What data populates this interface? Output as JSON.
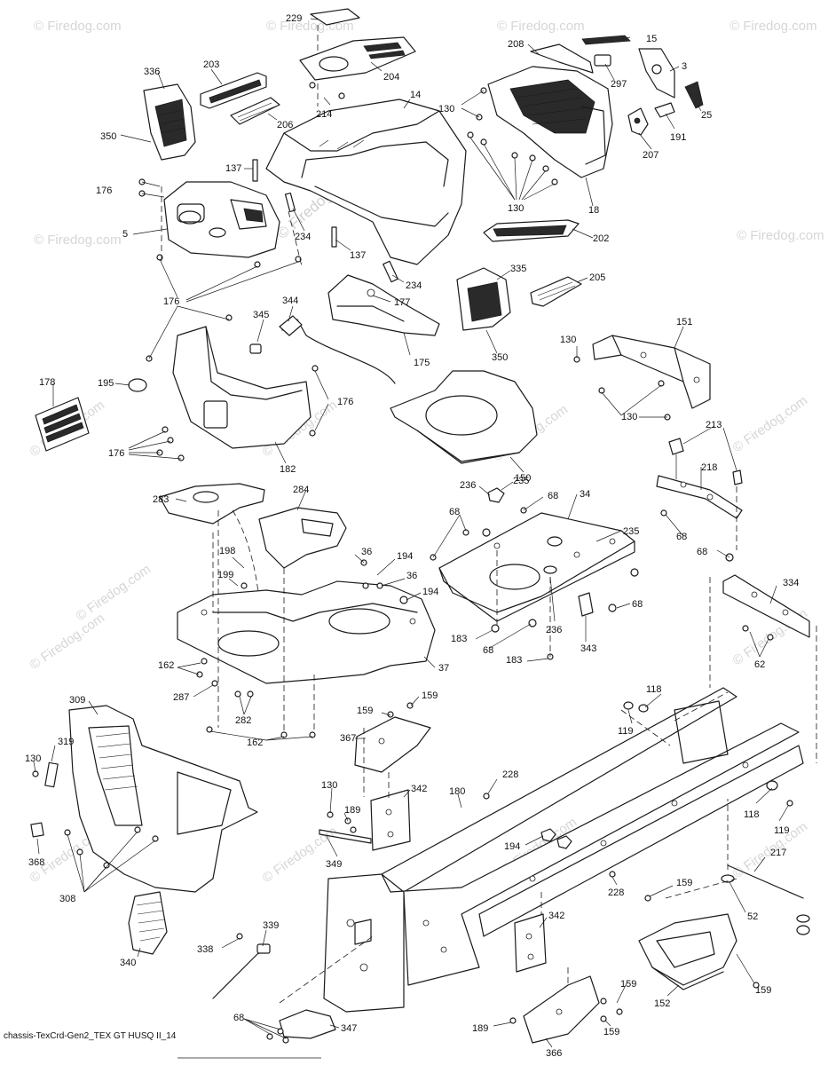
{
  "watermark": {
    "text": "© Firedog.com",
    "accent_color": "#d6d6d6"
  },
  "footer": {
    "caption": "chassis-TexCrd-Gen2_TEX GT HUSQ II_14"
  },
  "callouts": [
    {
      "id": "c229",
      "text": "229"
    },
    {
      "id": "c204",
      "text": "204"
    },
    {
      "id": "c214",
      "text": "214"
    },
    {
      "id": "c14",
      "text": "14"
    },
    {
      "id": "c336",
      "text": "336"
    },
    {
      "id": "c203",
      "text": "203"
    },
    {
      "id": "c206a",
      "text": "206"
    },
    {
      "id": "c350a",
      "text": "350"
    },
    {
      "id": "c137a",
      "text": "137"
    },
    {
      "id": "c176a",
      "text": "176"
    },
    {
      "id": "c5",
      "text": "5"
    },
    {
      "id": "c234a",
      "text": "234"
    },
    {
      "id": "c137b",
      "text": "137"
    },
    {
      "id": "c176b",
      "text": "176"
    },
    {
      "id": "c208",
      "text": "208"
    },
    {
      "id": "c15",
      "text": "15"
    },
    {
      "id": "c297",
      "text": "297"
    },
    {
      "id": "c3",
      "text": "3"
    },
    {
      "id": "c25",
      "text": "25"
    },
    {
      "id": "c130a",
      "text": "130"
    },
    {
      "id": "c191",
      "text": "191"
    },
    {
      "id": "c207",
      "text": "207"
    },
    {
      "id": "c130b",
      "text": "130"
    },
    {
      "id": "c18",
      "text": "18"
    },
    {
      "id": "c202",
      "text": "202"
    },
    {
      "id": "c335",
      "text": "335"
    },
    {
      "id": "c205",
      "text": "205"
    },
    {
      "id": "c234b",
      "text": "234"
    },
    {
      "id": "c177",
      "text": "177"
    },
    {
      "id": "c344",
      "text": "344"
    },
    {
      "id": "c345",
      "text": "345"
    },
    {
      "id": "c175",
      "text": "175"
    },
    {
      "id": "c350b",
      "text": "350"
    },
    {
      "id": "c151",
      "text": "151"
    },
    {
      "id": "c130c",
      "text": "130"
    },
    {
      "id": "c130d",
      "text": "130"
    },
    {
      "id": "c178",
      "text": "178"
    },
    {
      "id": "c195",
      "text": "195"
    },
    {
      "id": "c176c",
      "text": "176"
    },
    {
      "id": "c176d",
      "text": "176"
    },
    {
      "id": "c182",
      "text": "182"
    },
    {
      "id": "c150",
      "text": "150"
    },
    {
      "id": "c213",
      "text": "213"
    },
    {
      "id": "c218",
      "text": "218"
    },
    {
      "id": "c236a",
      "text": "236"
    },
    {
      "id": "c235a",
      "text": "235"
    },
    {
      "id": "c68a",
      "text": "68"
    },
    {
      "id": "c34",
      "text": "34"
    },
    {
      "id": "c68b",
      "text": "68"
    },
    {
      "id": "c235b",
      "text": "235"
    },
    {
      "id": "c68c",
      "text": "68"
    },
    {
      "id": "c68d",
      "text": "68"
    },
    {
      "id": "c283",
      "text": "283"
    },
    {
      "id": "c284",
      "text": "284"
    },
    {
      "id": "c198",
      "text": "198"
    },
    {
      "id": "c36a",
      "text": "36"
    },
    {
      "id": "c194a",
      "text": "194"
    },
    {
      "id": "c199",
      "text": "199"
    },
    {
      "id": "c36b",
      "text": "36"
    },
    {
      "id": "c194b",
      "text": "194"
    },
    {
      "id": "c68e",
      "text": "68"
    },
    {
      "id": "c183a",
      "text": "183"
    },
    {
      "id": "c68f",
      "text": "68"
    },
    {
      "id": "c236b",
      "text": "236"
    },
    {
      "id": "c343",
      "text": "343"
    },
    {
      "id": "c183b",
      "text": "183"
    },
    {
      "id": "c334",
      "text": "334"
    },
    {
      "id": "c62",
      "text": "62"
    },
    {
      "id": "c162a",
      "text": "162"
    },
    {
      "id": "c37",
      "text": "37"
    },
    {
      "id": "c287",
      "text": "287"
    },
    {
      "id": "c282",
      "text": "282"
    },
    {
      "id": "c162b",
      "text": "162"
    },
    {
      "id": "c309",
      "text": "309"
    },
    {
      "id": "c319",
      "text": "319"
    },
    {
      "id": "c130e",
      "text": "130"
    },
    {
      "id": "c159a",
      "text": "159"
    },
    {
      "id": "c159b",
      "text": "159"
    },
    {
      "id": "c118a",
      "text": "118"
    },
    {
      "id": "c119a",
      "text": "119"
    },
    {
      "id": "c367",
      "text": "367"
    },
    {
      "id": "c228a",
      "text": "228"
    },
    {
      "id": "c130f",
      "text": "130"
    },
    {
      "id": "c342a",
      "text": "342"
    },
    {
      "id": "c180",
      "text": "180"
    },
    {
      "id": "c189a",
      "text": "189"
    },
    {
      "id": "c368",
      "text": "368"
    },
    {
      "id": "c349",
      "text": "349"
    },
    {
      "id": "c194c",
      "text": "194"
    },
    {
      "id": "c118b",
      "text": "118"
    },
    {
      "id": "c119b",
      "text": "119"
    },
    {
      "id": "c308",
      "text": "308"
    },
    {
      "id": "c217",
      "text": "217"
    },
    {
      "id": "c228b",
      "text": "228"
    },
    {
      "id": "c159c",
      "text": "159"
    },
    {
      "id": "c52",
      "text": "52"
    },
    {
      "id": "c339",
      "text": "339"
    },
    {
      "id": "c338",
      "text": "338"
    },
    {
      "id": "c342b",
      "text": "342"
    },
    {
      "id": "c340",
      "text": "340"
    },
    {
      "id": "c159d",
      "text": "159"
    },
    {
      "id": "c159e",
      "text": "159"
    },
    {
      "id": "c152",
      "text": "152"
    },
    {
      "id": "c68g",
      "text": "68"
    },
    {
      "id": "c347",
      "text": "347"
    },
    {
      "id": "c189b",
      "text": "189"
    },
    {
      "id": "c159f",
      "text": "159"
    },
    {
      "id": "c366",
      "text": "366"
    }
  ]
}
